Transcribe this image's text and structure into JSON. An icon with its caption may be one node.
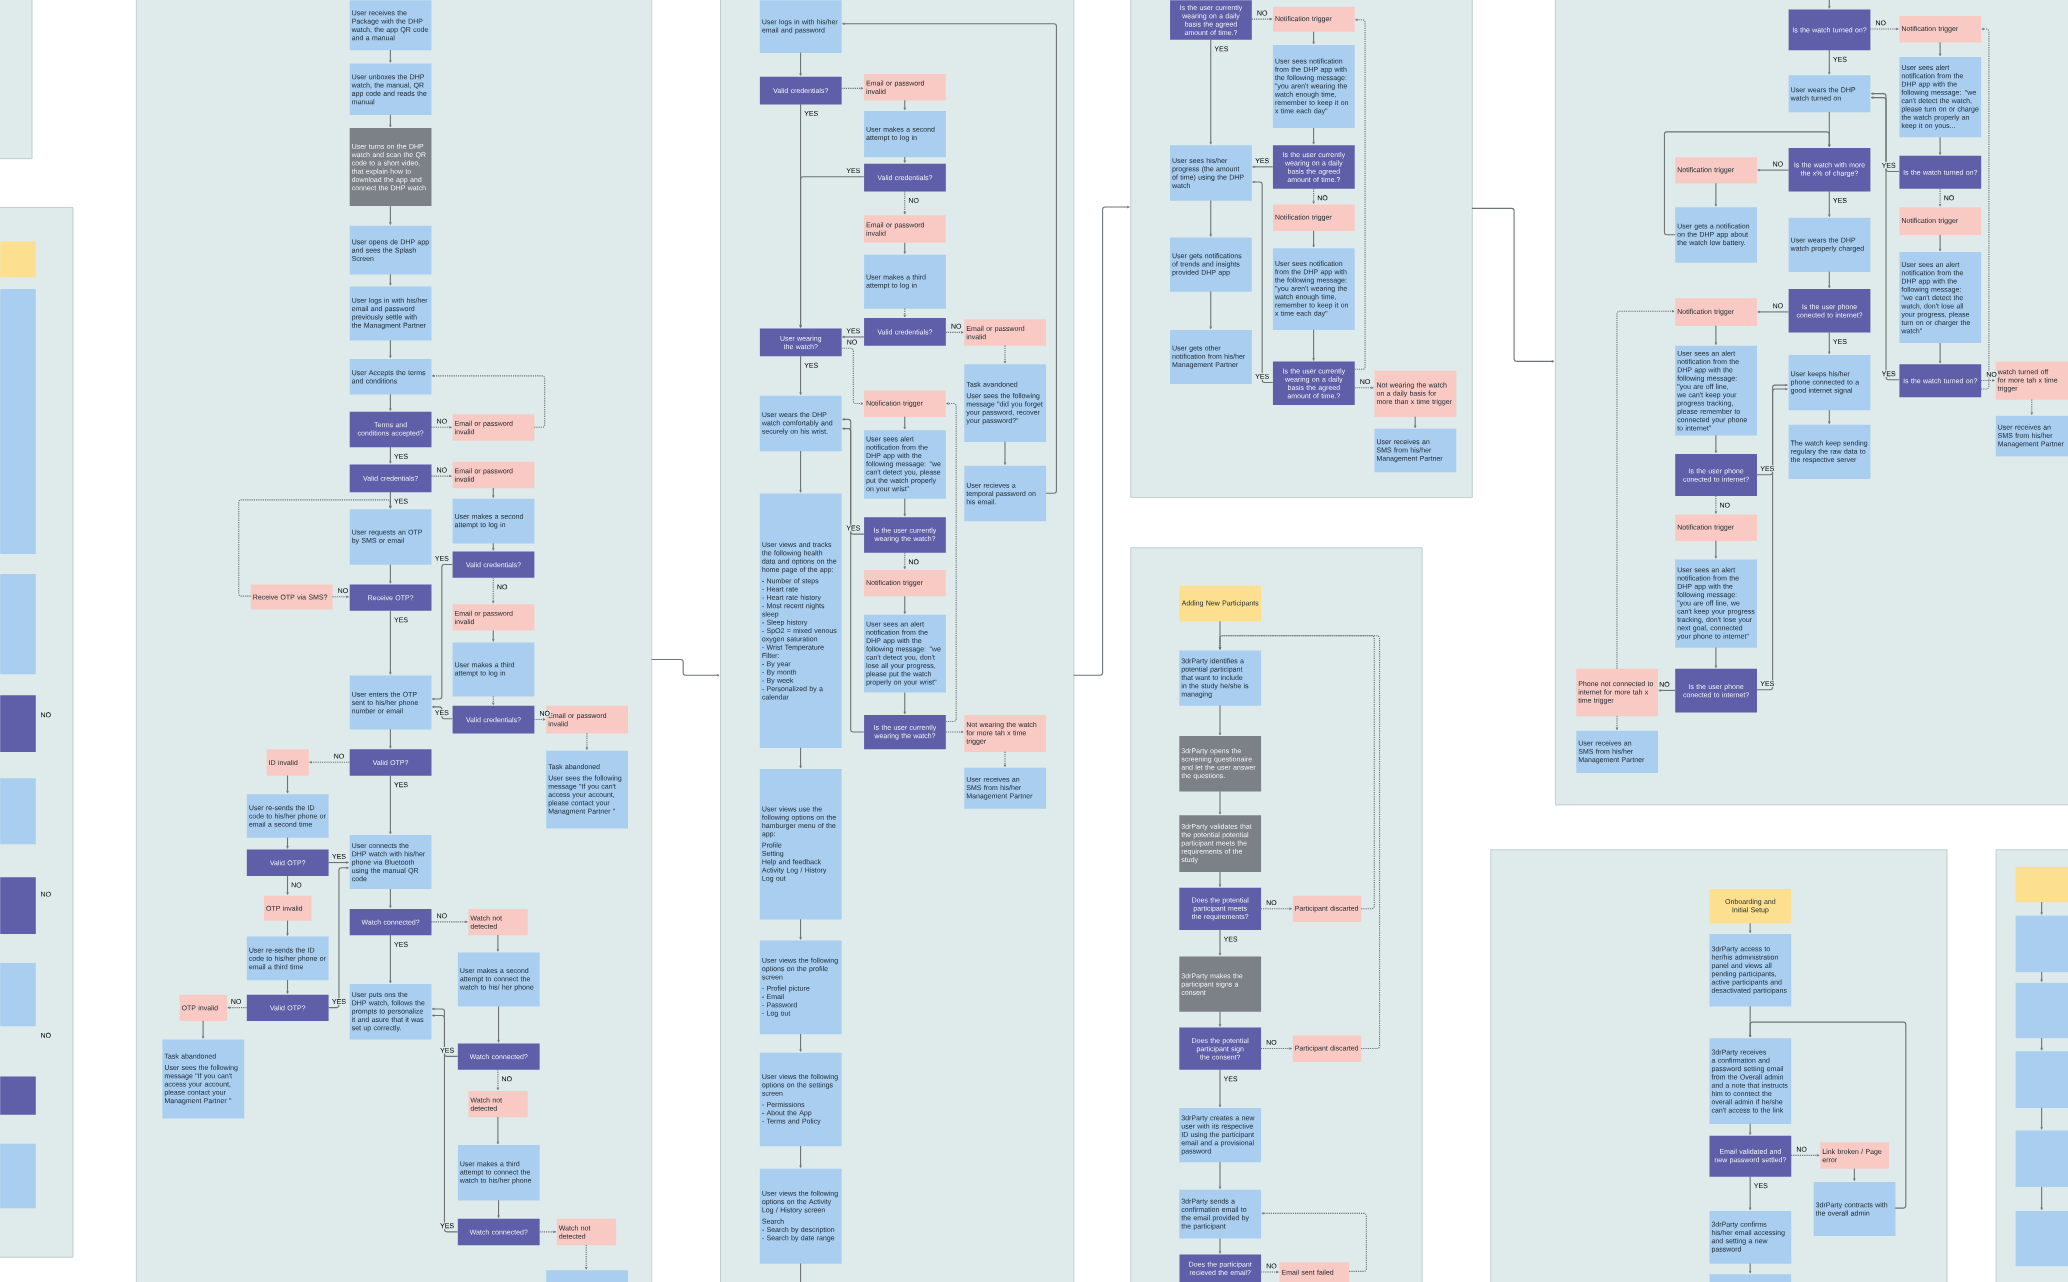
{
  "diagram": {
    "nodes": [
      {
        "text": [],
        "shape": "box"
      },
      {
        "text": [],
        "shape": "box"
      },
      {
        "text": [],
        "shape": "box",
        "in": 1
      },
      {
        "text": [],
        "shape": "box",
        "in": 1
      },
      {
        "text": [],
        "shape": "box",
        "in": 1
      },
      {
        "text": [],
        "shape": "box",
        "in": 1
      },
      {
        "text": [],
        "shape": "box",
        "in": 1
      },
      {
        "text": [],
        "shape": "box",
        "in": 1
      },
      {
        "text": [],
        "shape": "box",
        "in": 1
      },
      {
        "text": [],
        "shape": "box",
        "in": 1
      },
      {
        "text": [],
        "shape": "box",
        "in": 1
      },
      {
        "text": [],
        "shape": "box"
      },
      {
        "text": [
          "User receives the Package with the DHP watch, the app QR code and a manual"
        ],
        "in": 11
      },
      {
        "text": [
          "User unboxes the DHP watch, the manual, QR app code and reads the manual"
        ],
        "in": 11
      },
      {
        "text": [
          "User turns on the DHP watch and scan the QR code to a short video, that explain how to download the app and connect the DHP watch"
        ],
        "in": 11
      },
      {
        "text": [
          "User opens de DHP app and sees the Splash Screen"
        ],
        "in": 11
      },
      {
        "text": [
          "User logs in with his/her email and password previously settle with the Managment Partner"
        ],
        "in": 11
      },
      {
        "text": [
          "User Accepts the terms and conditions"
        ],
        "in": 11
      },
      {
        "text": [
          "Terms and conditions accepted?"
        ],
        "in": 11
      },
      {
        "text": [
          "Email or password invalid"
        ],
        "in": 11
      },
      {
        "text": [
          "Valid credentials?"
        ],
        "in": 11
      },
      {
        "text": [
          "Email or password invalid"
        ],
        "in": 11
      },
      {
        "text": [
          "User requests an OTP by SMS or email"
        ],
        "in": 11
      },
      {
        "text": [
          "User makes a second attempt to log in"
        ],
        "in": 11
      },
      {
        "text": [
          "Valid credentials?"
        ],
        "in": 11
      },
      {
        "text": [
          "Receive OTP via SMS?"
        ],
        "in": 11
      },
      {
        "text": [
          "Receive OTP?"
        ],
        "in": 11
      },
      {
        "text": [
          "Email or password invalid"
        ],
        "in": 11
      },
      {
        "text": [
          "User makes a third attempt to log in"
        ],
        "in": 11
      },
      {
        "text": [
          "User enters the OTP sent to his/her phone number or email"
        ],
        "in": 11
      },
      {
        "text": [
          "Valid credentials?"
        ],
        "in": 11
      },
      {
        "text": [
          "Email or password invalid"
        ],
        "in": 11
      },
      {
        "text": [
          "ID invalid"
        ],
        "in": 11
      },
      {
        "text": [
          "Valid OTP?"
        ],
        "in": 11
      },
      {
        "text": [
          "Task abandoned",
          "User sees the following message \"If you can't access your account, please contact your Managment Partner \""
        ],
        "in": 11
      },
      {
        "text": [
          "User re-sends the ID code to his/her phone or email a second time"
        ],
        "in": 11
      },
      {
        "text": [
          "User connects the DHP watch with his/her phone via Bluetooth using the manual QR code"
        ],
        "in": 11
      },
      {
        "text": [
          "Valid OTP?"
        ],
        "in": 11
      },
      {
        "text": [
          "OTP invalid"
        ],
        "in": 11
      },
      {
        "text": [
          "Watch connected?"
        ],
        "in": 11
      },
      {
        "text": [
          "Watch not detected"
        ],
        "in": 11
      },
      {
        "text": [
          "User re-sends the ID code to his/her phone or email a third time"
        ],
        "in": 11
      },
      {
        "text": [
          "User makes a second attempt to connect the watch to his/ her phone"
        ],
        "in": 11
      },
      {
        "text": [
          "User puts ons the DHP watch, follows the prompts to personalize it and asure that it was set up correctly."
        ],
        "in": 11
      },
      {
        "text": [
          "OTP invalid"
        ],
        "in": 11
      },
      {
        "text": [
          "Valid OTP?"
        ],
        "in": 11
      },
      {
        "text": [
          "Task abandoned",
          "User sees the following message \"If you can't access your account, please contact your Managment Partner \""
        ],
        "in": 11
      },
      {
        "text": [
          "Watch connected?"
        ],
        "in": 11
      },
      {
        "text": [
          "Watch not detected"
        ],
        "in": 11
      },
      {
        "text": [
          "User makes a third attempt to connect the watch to his/her phone"
        ],
        "in": 11
      },
      {
        "text": [
          "Watch connected?"
        ],
        "in": 11
      },
      {
        "text": [
          "Watch not detected"
        ],
        "in": 11
      },
      {
        "text": [],
        "shape": "box",
        "in": 11
      },
      {
        "text": [],
        "shape": "box"
      },
      {
        "text": [
          "User logs in with his/her email and password"
        ],
        "in": 53
      },
      {
        "text": [
          "Valid credentials?"
        ],
        "in": 53
      },
      {
        "text": [
          "Email or password invalid"
        ],
        "in": 53
      },
      {
        "text": [
          "User makes a second attempt to log in"
        ],
        "in": 53
      },
      {
        "text": [
          "Valid credentials?"
        ],
        "in": 53
      },
      {
        "text": [
          "Email or password invalid"
        ],
        "in": 53
      },
      {
        "text": [
          "User makes a third attempt to log in"
        ],
        "in": 53
      },
      {
        "text": [
          "User wearing the watch?"
        ],
        "in": 53
      },
      {
        "text": [
          "Valid credentials?"
        ],
        "in": 53
      },
      {
        "text": [
          "Email or password invalid"
        ],
        "in": 53
      },
      {
        "text": [
          "User wears the DHP watch comfortably and securely on his wrist."
        ],
        "in": 53
      },
      {
        "text": [
          "Notification trigger"
        ],
        "in": 53
      },
      {
        "text": [
          "Task avandoned",
          "User sees the following message \"did you forget your password, recover your password?\""
        ],
        "in": 53
      },
      {
        "text": [
          "User sees alert notification from the DHP app with the following message: \"we can't detect you, please put the watch properly on your wrist\""
        ],
        "in": 53
      },
      {
        "text": [
          "User recieves a temporal password on his email."
        ],
        "in": 53
      },
      {
        "text": [
          "User views and tracks the following health data and options on the home page of the app:",
          "- Number of steps",
          "- Heart rate",
          "- Heart rate history",
          "- Most recent nights sleep",
          "- Sleep history",
          "- SpO2 = mixed venous oxygen saturation",
          "- Wrist Temperature",
          "Filter:",
          "- By year",
          "- By month",
          "- By week",
          "- Personalized by a calendar"
        ],
        "in": 53
      },
      {
        "text": [
          "Is the user currently wearing the watch?"
        ],
        "in": 53
      },
      {
        "text": [
          "Notification trigger"
        ],
        "in": 53
      },
      {
        "text": [
          "User sees an alert notification from the DHP app with the following message: \"we can't detect you, don't lose all your progress, please put the watch properly on your wrist\""
        ],
        "in": 53
      },
      {
        "text": [
          "Is the user currently wearing the watch?"
        ],
        "in": 53
      },
      {
        "text": [
          "Not wearing the watch for more tah x time trigger"
        ],
        "in": 53
      },
      {
        "text": [
          "User receives an SMS from his/her Management Partner"
        ],
        "in": 53
      },
      {
        "text": [
          "User views use the following options on the hamburger menu of the app:",
          "Profile",
          "Setting",
          "Help and feedback",
          "Activity Log / History",
          "Log out"
        ],
        "in": 53
      },
      {
        "text": [
          "User views the following options on the profile screen",
          "- Profiel picture",
          "- Email",
          "- Password",
          "- Log out"
        ],
        "in": 53
      },
      {
        "text": [
          "User views the following options on the settings screen",
          "- Permissions",
          "- About the App",
          "- Terms and Policy"
        ],
        "in": 53
      },
      {
        "text": [
          "User views the following options on the Activity Log / History screen",
          "Search",
          "- Search by description",
          "- Search by date range"
        ],
        "in": 53
      },
      {
        "text": [],
        "shape": "box"
      },
      {
        "text": [
          "Is the user currently wearing on a daily basis the agreed amount of time.?"
        ],
        "in": 80
      },
      {
        "text": [
          "Notification trigger"
        ],
        "in": 80
      },
      {
        "text": [
          "User sees notification from the DHP app with the following message: \"you aren't wearing the watch enough time, remember to keep it on x time each day\""
        ],
        "in": 80
      },
      {
        "text": [
          "User sees his/her progress (the amount of time) using the DHP watch"
        ],
        "in": 80
      },
      {
        "text": [
          "Is the user currently wearing on a daily basis the agreed amount of time.?"
        ],
        "in": 80
      },
      {
        "text": [
          "Notification trigger"
        ],
        "in": 80
      },
      {
        "text": [
          "User gets notifications of trends and insights provided DHP app"
        ],
        "in": 80
      },
      {
        "text": [
          "User sees notification from the DHP app with the following message: \"you aren't wearing the watch enough time, remember to keep it on x time each day\""
        ],
        "in": 80
      },
      {
        "text": [
          "User gets other notification from his/her Management Partner"
        ],
        "in": 80
      },
      {
        "text": [
          "Is the user currently wearing on a daily basis the agreed amount of time.?"
        ],
        "in": 80
      },
      {
        "text": [
          "Not wearing the watch on a daily basis for more than x time trigger"
        ],
        "in": 80
      },
      {
        "text": [
          "User receives an SMS from his/her Management Partner"
        ],
        "in": 80
      },
      {
        "text": [],
        "shape": "box"
      },
      {
        "text": [
          "Adding New Participants"
        ],
        "in": 93
      },
      {
        "text": [
          "3drParty identifies a potential participant that want to include in the study he/she is managing"
        ],
        "in": 93
      },
      {
        "text": [
          "3drParty opens the screening questionaire and let the user answer the questions."
        ],
        "in": 93
      },
      {
        "text": [
          "3drParty validates that the potential potential participant meets the requirements of the study"
        ],
        "in": 93
      },
      {
        "text": [
          "Does the potential participant meets the requirements?"
        ],
        "in": 93
      },
      {
        "text": [
          "Participant discarted"
        ],
        "in": 93
      },
      {
        "text": [
          "3drParty makes the participant signs a consent"
        ],
        "in": 93
      },
      {
        "text": [
          "Does the potential participant sign the consent?"
        ],
        "in": 93
      },
      {
        "text": [
          "Participant discarted"
        ],
        "in": 93
      },
      {
        "text": [
          "3drParty creates a new user with its respective ID using the participant email and a provisional password"
        ],
        "in": 93
      },
      {
        "text": [
          "3drParty sends a confirmation email to the email provided by the participant"
        ],
        "in": 93
      },
      {
        "text": [
          "Does the participant recieved the email?"
        ],
        "in": 93
      },
      {
        "text": [
          "Email sent failed"
        ],
        "in": 93
      },
      {
        "text": [],
        "shape": "box"
      },
      {
        "text": [
          "Is the watch turned on?"
        ],
        "in": 107
      },
      {
        "text": [
          "Notification trigger"
        ],
        "in": 107
      },
      {
        "text": [
          "User wears the DHP watch turned on"
        ],
        "in": 107
      },
      {
        "text": [
          "User sees alert notification from the DHP app with the following message: \"we can't detect the watch, please turn on or charge the watch properly an keep it on yous..."
        ],
        "in": 107
      },
      {
        "text": [
          "Notification trigger"
        ],
        "in": 107
      },
      {
        "text": [
          "Is the watch with more the x% of charge?"
        ],
        "in": 107
      },
      {
        "text": [
          "Is the watch turned on?"
        ],
        "in": 107
      },
      {
        "text": [
          "User gets a notification on the DHP app about the watch low battery."
        ],
        "in": 107
      },
      {
        "text": [
          "User wears the DHP watch properly charged"
        ],
        "in": 107
      },
      {
        "text": [
          "Notification trigger"
        ],
        "in": 107
      },
      {
        "text": [
          "User sees an alert notification from the DHP app with the following message: \"we can't detect the watch, don't lose all your progress, please turn on or charger the watch\""
        ],
        "in": 107
      },
      {
        "text": [
          "Notification trigger"
        ],
        "in": 107
      },
      {
        "text": [
          "Is the user phone conected to internet?"
        ],
        "in": 107
      },
      {
        "text": [
          "User sees an alert notification from the DHP app with the following message: \"you are off line, we can't keep your progress tracking, please remember to connected your phone to internet\""
        ],
        "in": 107
      },
      {
        "text": [
          "User keeps his/her phone connected to a good internet signal"
        ],
        "in": 107
      },
      {
        "text": [
          "Is the watch turned on?"
        ],
        "in": 107
      },
      {
        "text": [
          "watch turned off for more tah x time trigger"
        ],
        "in": 107
      },
      {
        "text": [
          "User receives an SMS from his/her Management Partner"
        ],
        "in": 107
      },
      {
        "text": [
          "The watch keep sending regulary the raw data to the respective server"
        ],
        "in": 107
      },
      {
        "text": [
          "Is the user phone conected to internet?"
        ],
        "in": 107
      },
      {
        "text": [
          "Notification trigger"
        ],
        "in": 107
      },
      {
        "text": [
          "User sees an alert notification from the DHP app with the following message: \"you are off line, we can't keep your progress tracking, don't lose your next goal, connected your phone to internet\""
        ],
        "in": 107
      },
      {
        "text": [
          "Phone not connected to internet for more tah x time trigger"
        ],
        "in": 107
      },
      {
        "text": [
          "Is the user phone conected to internet?"
        ],
        "in": 107
      },
      {
        "text": [
          "User receives an SMS from his/her Management Partner"
        ],
        "in": 107
      },
      {
        "text": [],
        "shape": "box"
      },
      {
        "text": [
          "Onboarding and Initial Setup"
        ],
        "in": 133
      },
      {
        "text": [
          "3drParty access to her/his administration panel and views all pending participants, active participants and desactivated participans"
        ],
        "in": 133
      },
      {
        "text": [
          "3drParty receives a confirmation and password setting email from the Overall admin and a note that instructs him to conntect the overall admin if he/she can't access to the link"
        ],
        "in": 133
      },
      {
        "text": [
          "Email validated and new password settled?"
        ],
        "in": 133
      },
      {
        "text": [
          "Link broken / Page error"
        ],
        "in": 133
      },
      {
        "text": [
          "3drParty contracts with the overall admin"
        ],
        "in": 133
      },
      {
        "text": [
          "3drParty confirms his/her email accessing and setting a new password"
        ],
        "in": 133
      },
      {
        "text": [],
        "shape": "box",
        "in": 133
      },
      {
        "text": [],
        "shape": "box"
      },
      {
        "text": [],
        "shape": "box",
        "in": 142
      },
      {
        "text": [],
        "shape": "box",
        "in": 142
      },
      {
        "text": [],
        "shape": "box",
        "in": 142
      },
      {
        "text": [],
        "shape": "box",
        "in": 142
      },
      {
        "text": [],
        "shape": "box",
        "in": 142
      },
      {
        "text": [],
        "shape": "box",
        "in": 142
      }
    ],
    "edges": [
      {
        "from": 12,
        "to": 13,
        "arrow": "to"
      },
      {
        "from": 13,
        "to": 14,
        "arrow": "to"
      },
      {
        "from": 14,
        "to": 15,
        "arrow": "to"
      },
      {
        "from": 15,
        "to": 16,
        "arrow": "to"
      },
      {
        "from": 16,
        "to": 17,
        "arrow": "to"
      },
      {
        "from": 17,
        "to": 18,
        "arrow": "to"
      },
      {
        "from": 18,
        "to": 19,
        "arrow": "to",
        "label": "NO",
        "style": "dashed"
      },
      {
        "from": 19,
        "to": 17,
        "arrow": "to",
        "style": "dashed"
      },
      {
        "from": 18,
        "to": 20,
        "arrow": "to",
        "label": "YES"
      },
      {
        "from": 20,
        "to": 21,
        "arrow": "to",
        "label": "NO",
        "style": "dashed"
      },
      {
        "from": 20,
        "to": 22,
        "arrow": "to",
        "label": "YES"
      },
      {
        "from": 22,
        "to": 26,
        "arrow": "to"
      },
      {
        "from": 25,
        "to": 26,
        "arrow": "to",
        "label": "NO",
        "style": "dashed"
      },
      {
        "from": 25,
        "to": 22,
        "arrow": "to",
        "style": "dashed"
      },
      {
        "from": 21,
        "to": 23,
        "arrow": "to"
      },
      {
        "from": 23,
        "to": 24,
        "arrow": "to"
      },
      {
        "from": 24,
        "to": 27,
        "arrow": "to",
        "label": "NO",
        "style": "dashed"
      },
      {
        "from": 24,
        "to": 29,
        "arrow": "to",
        "label": "YES"
      },
      {
        "from": 26,
        "to": 29,
        "arrow": "to",
        "label": "YES"
      },
      {
        "from": 27,
        "to": 28,
        "arrow": "to"
      },
      {
        "from": 28,
        "to": 30,
        "arrow": "to",
        "style": "dashed"
      },
      {
        "from": 30,
        "to": 31,
        "arrow": "to",
        "label": "NO",
        "style": "dashed"
      },
      {
        "from": 30,
        "to": 29,
        "arrow": "to",
        "label": "YES"
      },
      {
        "from": 31,
        "to": 34,
        "arrow": "to",
        "style": "dashed"
      },
      {
        "from": 29,
        "to": 33,
        "arrow": "to"
      },
      {
        "from": 33,
        "to": 32,
        "arrow": "to",
        "label": "NO",
        "style": "dashed"
      },
      {
        "from": 33,
        "to": 36,
        "arrow": "to",
        "label": "YES"
      },
      {
        "from": 32,
        "to": 35,
        "arrow": "to"
      },
      {
        "from": 35,
        "to": 37,
        "arrow": "to"
      },
      {
        "from": 37,
        "to": 36,
        "arrow": "to",
        "label": "YES"
      },
      {
        "from": 37,
        "to": 38,
        "arrow": "to",
        "label": "NO"
      },
      {
        "from": 38,
        "to": 41,
        "arrow": "to"
      },
      {
        "from": 41,
        "to": 45,
        "arrow": "to"
      },
      {
        "from": 45,
        "to": 36,
        "arrow": "to",
        "label": "YES"
      },
      {
        "from": 45,
        "to": 44,
        "arrow": "to",
        "label": "NO",
        "style": "dashed"
      },
      {
        "from": 44,
        "to": 46,
        "arrow": "to"
      },
      {
        "from": 36,
        "to": 39,
        "arrow": "to"
      },
      {
        "from": 39,
        "to": 40,
        "arrow": "to",
        "label": "NO",
        "style": "dashed"
      },
      {
        "from": 39,
        "to": 43,
        "arrow": "to",
        "label": "YES"
      },
      {
        "from": 40,
        "to": 42,
        "arrow": "to"
      },
      {
        "from": 42,
        "to": 47,
        "arrow": "to"
      },
      {
        "from": 47,
        "to": 43,
        "arrow": "to",
        "label": "YES"
      },
      {
        "from": 47,
        "to": 48,
        "arrow": "to",
        "label": "NO",
        "style": "dashed"
      },
      {
        "from": 48,
        "to": 49,
        "arrow": "to"
      },
      {
        "from": 49,
        "to": 50,
        "arrow": "to"
      },
      {
        "from": 50,
        "to": 43,
        "arrow": "to",
        "label": "YES"
      },
      {
        "from": 50,
        "to": 51,
        "arrow": "to",
        "style": "dashed"
      },
      {
        "from": 51,
        "to": 52,
        "arrow": "to",
        "style": "dashed"
      },
      {
        "from": 11,
        "to": 53,
        "arrow": "to"
      },
      {
        "from": 54,
        "to": 55,
        "arrow": "to"
      },
      {
        "from": 55,
        "to": 56,
        "arrow": "to",
        "style": "dashed"
      },
      {
        "from": 55,
        "to": 61,
        "arrow": "to",
        "label": "YES"
      },
      {
        "from": 56,
        "to": 57,
        "arrow": "to"
      },
      {
        "from": 57,
        "to": 58,
        "arrow": "to"
      },
      {
        "from": 58,
        "to": 59,
        "arrow": "to",
        "label": "NO",
        "style": "dashed"
      },
      {
        "from": 58,
        "to": 61,
        "arrow": "to",
        "label": "YES"
      },
      {
        "from": 59,
        "to": 60,
        "arrow": "to"
      },
      {
        "from": 60,
        "to": 62,
        "arrow": "to",
        "style": "dashed"
      },
      {
        "from": 62,
        "to": 63,
        "arrow": "to",
        "label": "NO",
        "style": "dashed"
      },
      {
        "from": 62,
        "to": 61,
        "arrow": "to",
        "label": "YES"
      },
      {
        "from": 61,
        "to": 65,
        "arrow": "to",
        "label": "NO",
        "style": "dashed"
      },
      {
        "from": 61,
        "to": 64,
        "arrow": "to",
        "label": "YES"
      },
      {
        "from": 63,
        "to": 66,
        "arrow": "to",
        "style": "dashed"
      },
      {
        "from": 66,
        "to": 68,
        "arrow": "to"
      },
      {
        "from": 68,
        "to": 54,
        "arrow": "to"
      },
      {
        "from": 65,
        "to": 67,
        "arrow": "to"
      },
      {
        "from": 67,
        "to": 70,
        "arrow": "to"
      },
      {
        "from": 70,
        "to": 64,
        "arrow": "to",
        "label": "YES"
      },
      {
        "from": 70,
        "to": 71,
        "arrow": "to",
        "label": "NO",
        "style": "dashed"
      },
      {
        "from": 71,
        "to": 72,
        "arrow": "to"
      },
      {
        "from": 72,
        "to": 73,
        "arrow": "to"
      },
      {
        "from": 73,
        "to": 64,
        "arrow": "to"
      },
      {
        "from": 73,
        "to": 74,
        "arrow": "to",
        "style": "dashed"
      },
      {
        "from": 73,
        "to": 65,
        "arrow": "to",
        "style": "dashed"
      },
      {
        "from": 74,
        "to": 75,
        "arrow": "to",
        "style": "dashed"
      },
      {
        "from": 64,
        "to": 69,
        "arrow": "to"
      },
      {
        "from": 69,
        "to": 76,
        "arrow": "to"
      },
      {
        "from": 76,
        "to": 77,
        "arrow": "to"
      },
      {
        "from": 77,
        "to": 78,
        "arrow": "to"
      },
      {
        "from": 78,
        "to": 79,
        "arrow": "to"
      },
      {
        "from": 79,
        "to": null,
        "arrow": "none"
      },
      {
        "from": 53,
        "to": 80,
        "arrow": "to"
      },
      {
        "from": 81,
        "to": 82,
        "arrow": "to",
        "label": "NO",
        "style": "dashed"
      },
      {
        "from": 81,
        "to": 84,
        "arrow": "to",
        "label": "YES"
      },
      {
        "from": 82,
        "to": 83,
        "arrow": "to"
      },
      {
        "from": 83,
        "to": 85,
        "arrow": "to"
      },
      {
        "from": 85,
        "to": 84,
        "arrow": "to",
        "label": "YES"
      },
      {
        "from": 85,
        "to": 86,
        "arrow": "to",
        "label": "NO",
        "style": "dashed"
      },
      {
        "from": 86,
        "to": 88,
        "arrow": "to"
      },
      {
        "from": 88,
        "to": 90,
        "arrow": "to"
      },
      {
        "from": 90,
        "to": 84,
        "arrow": "to",
        "label": "YES"
      },
      {
        "from": 90,
        "to": 91,
        "arrow": "to",
        "label": "NO",
        "style": "dashed"
      },
      {
        "from": 90,
        "to": 82,
        "arrow": "to",
        "style": "dashed"
      },
      {
        "from": 91,
        "to": 92,
        "arrow": "to"
      },
      {
        "from": 84,
        "to": 87,
        "arrow": "to"
      },
      {
        "from": 87,
        "to": 89,
        "arrow": "to"
      },
      {
        "from": 80,
        "to": 107,
        "arrow": "to"
      },
      {
        "from": 94,
        "to": 95,
        "arrow": "to"
      },
      {
        "from": 95,
        "to": 96,
        "arrow": "to"
      },
      {
        "from": 96,
        "to": 97,
        "arrow": "to"
      },
      {
        "from": 97,
        "to": 98,
        "arrow": "to"
      },
      {
        "from": 98,
        "to": 99,
        "arrow": "to",
        "label": "NO",
        "style": "dashed"
      },
      {
        "from": 99,
        "to": 95,
        "arrow": "to",
        "style": "dashed"
      },
      {
        "from": 98,
        "to": 100,
        "arrow": "to",
        "label": "YES"
      },
      {
        "from": 100,
        "to": 101,
        "arrow": "to"
      },
      {
        "from": 101,
        "to": 102,
        "arrow": "to",
        "label": "NO",
        "style": "dashed"
      },
      {
        "from": 102,
        "to": 95,
        "arrow": "to",
        "style": "dashed"
      },
      {
        "from": 101,
        "to": 103,
        "arrow": "to",
        "label": "YES"
      },
      {
        "from": 103,
        "to": 104,
        "arrow": "to"
      },
      {
        "from": 104,
        "to": 105,
        "arrow": "to"
      },
      {
        "from": 105,
        "to": 106,
        "arrow": "to",
        "label": "NO",
        "style": "dashed"
      },
      {
        "from": 106,
        "to": 104,
        "arrow": "to",
        "style": "dashed"
      },
      {
        "from": null,
        "to": 108,
        "arrow": "to"
      },
      {
        "from": 108,
        "to": 109,
        "arrow": "to",
        "label": "NO",
        "style": "dashed"
      },
      {
        "from": 108,
        "to": 110,
        "arrow": "to",
        "label": "YES"
      },
      {
        "from": 109,
        "to": 111,
        "arrow": "to"
      },
      {
        "from": 111,
        "to": 114,
        "arrow": "to"
      },
      {
        "from": 114,
        "to": 110,
        "arrow": "to",
        "label": "YES"
      },
      {
        "from": 114,
        "to": 117,
        "arrow": "to",
        "label": "NO",
        "style": "dashed"
      },
      {
        "from": 117,
        "to": 118,
        "arrow": "to"
      },
      {
        "from": 118,
        "to": 123,
        "arrow": "to"
      },
      {
        "from": 123,
        "to": 110,
        "arrow": "to",
        "label": "YES"
      },
      {
        "from": 123,
        "to": 124,
        "arrow": "to",
        "label": "NO",
        "style": "dashed"
      },
      {
        "from": 123,
        "to": 109,
        "arrow": "to",
        "style": "dashed"
      },
      {
        "from": 124,
        "to": 125,
        "arrow": "to",
        "style": "dashed"
      },
      {
        "from": 110,
        "to": 113,
        "arrow": "to"
      },
      {
        "from": 113,
        "to": 112,
        "arrow": "to",
        "label": "NO"
      },
      {
        "from": 112,
        "to": 115,
        "arrow": "to"
      },
      {
        "from": 115,
        "to": 113,
        "arrow": "to"
      },
      {
        "from": 113,
        "to": 116,
        "arrow": "to",
        "label": "YES"
      },
      {
        "from": 116,
        "to": 120,
        "arrow": "to"
      },
      {
        "from": 120,
        "to": 119,
        "arrow": "to",
        "label": "NO"
      },
      {
        "from": 119,
        "to": 121,
        "arrow": "to"
      },
      {
        "from": 121,
        "to": 127,
        "arrow": "to"
      },
      {
        "from": 127,
        "to": 122,
        "arrow": "to",
        "label": "YES"
      },
      {
        "from": 127,
        "to": 128,
        "arrow": "to",
        "label": "NO",
        "style": "dashed"
      },
      {
        "from": 128,
        "to": 129,
        "arrow": "to"
      },
      {
        "from": 129,
        "to": 131,
        "arrow": "to"
      },
      {
        "from": 131,
        "to": 122,
        "arrow": "to",
        "label": "YES"
      },
      {
        "from": 131,
        "to": 130,
        "arrow": "to",
        "label": "NO"
      },
      {
        "from": 130,
        "to": 119,
        "arrow": "to",
        "style": "dashed"
      },
      {
        "from": 130,
        "to": 132,
        "arrow": "to",
        "style": "dashed"
      },
      {
        "from": 120,
        "to": 122,
        "arrow": "to",
        "label": "YES"
      },
      {
        "from": 122,
        "to": 126,
        "arrow": "to"
      },
      {
        "from": 134,
        "to": 135,
        "arrow": "to"
      },
      {
        "from": 135,
        "to": 136,
        "arrow": "to"
      },
      {
        "from": 136,
        "to": 137,
        "arrow": "to"
      },
      {
        "from": 137,
        "to": 138,
        "arrow": "to",
        "label": "NO",
        "style": "dashed"
      },
      {
        "from": 138,
        "to": 139,
        "arrow": "to"
      },
      {
        "from": 139,
        "to": 136,
        "arrow": "to"
      },
      {
        "from": 137,
        "to": 140,
        "arrow": "to",
        "label": "YES"
      },
      {
        "from": 140,
        "to": 141,
        "arrow": "to"
      },
      {
        "from": 143,
        "to": 144,
        "arrow": "to"
      },
      {
        "from": 144,
        "to": 145,
        "arrow": "to"
      },
      {
        "from": 145,
        "to": 146,
        "arrow": "to"
      },
      {
        "from": 146,
        "to": 147,
        "arrow": "to"
      },
      {
        "from": 147,
        "to": 148,
        "arrow": "to"
      }
    ],
    "labels": [
      "NO",
      "NO",
      "NO"
    ]
  }
}
